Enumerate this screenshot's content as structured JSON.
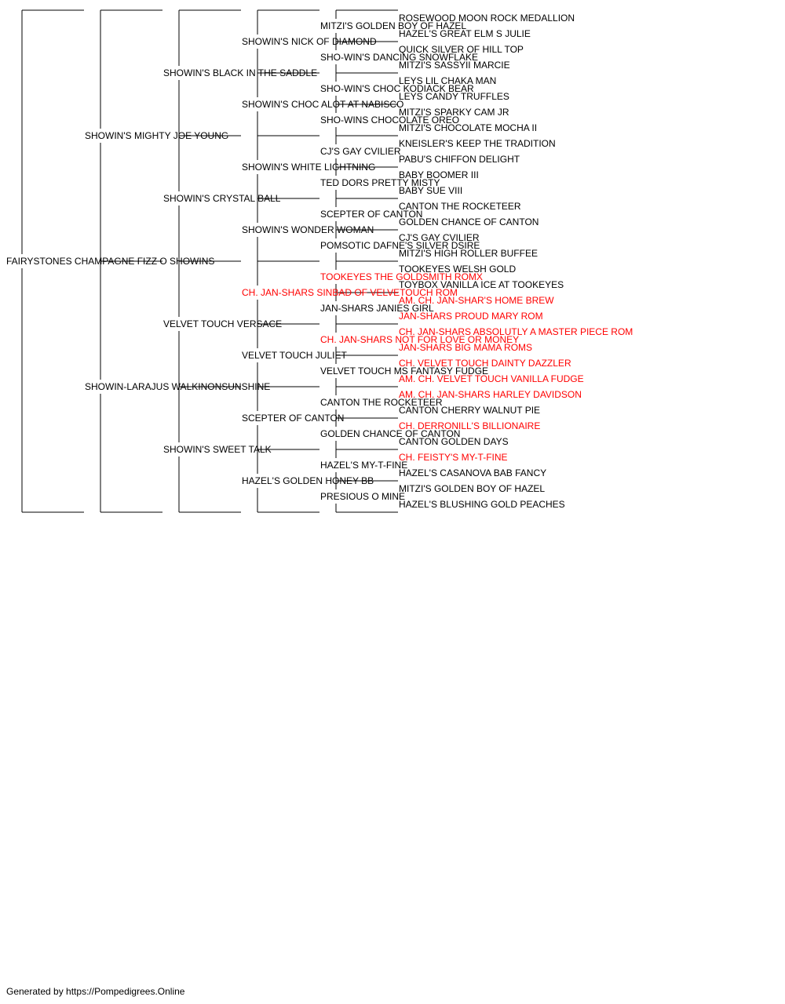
{
  "colors": {
    "text": "#000000",
    "champion": "#ff0000",
    "line": "#000000"
  },
  "subject": {
    "name": "FAIRYSTONES CHAMPAGNE FIZZ O SHOWINS",
    "champion": false
  },
  "generation_1": [
    {
      "name": "SHOWIN'S MIGHTY JOE YOUNG",
      "champion": false
    },
    {
      "name": "SHOWIN-LARAJUS WALKINONSUNSHINE",
      "champion": false
    }
  ],
  "generation_2": [
    {
      "name": "SHOWIN'S BLACK IN THE SADDLE",
      "champion": false
    },
    {
      "name": "SHOWIN'S CRYSTAL BALL",
      "champion": false
    },
    {
      "name": "VELVET TOUCH VERSACE",
      "champion": false
    },
    {
      "name": "SHOWIN'S SWEET TALK",
      "champion": false
    }
  ],
  "generation_3": [
    {
      "name": "SHOWIN'S NICK OF DIAMOND",
      "champion": false
    },
    {
      "name": "SHOWIN'S CHOC ALOT AT NABISCO",
      "champion": false
    },
    {
      "name": "SHOWIN'S WHITE LIGHTNING",
      "champion": false
    },
    {
      "name": "SHOWIN'S WONDER WOMAN",
      "champion": false
    },
    {
      "name": "CH. JAN-SHARS SINBAD OF VELVETOUCH ROM",
      "champion": true
    },
    {
      "name": "VELVET TOUCH JULIET",
      "champion": false
    },
    {
      "name": "SCEPTER OF CANTON",
      "champion": false
    },
    {
      "name": "HAZEL'S GOLDEN HONEY BB",
      "champion": false
    }
  ],
  "generation_4": [
    {
      "name": "MITZI'S GOLDEN BOY OF HAZEL",
      "champion": false
    },
    {
      "name": "SHO-WIN'S DANCING SNOWFLAKE",
      "champion": false
    },
    {
      "name": "SHO-WIN'S CHOC KODIACK BEAR",
      "champion": false
    },
    {
      "name": "SHO-WINS CHOCOLATE OREO",
      "champion": false
    },
    {
      "name": "CJ'S GAY CVILIER",
      "champion": false
    },
    {
      "name": "TED DORS PRETTY MISTY",
      "champion": false
    },
    {
      "name": "SCEPTER OF CANTON",
      "champion": false
    },
    {
      "name": "POMSOTIC DAFNE'S SILVER DSIRE",
      "champion": false
    },
    {
      "name": "TOOKEYES THE GOLDSMITH ROMX",
      "champion": true
    },
    {
      "name": "JAN-SHARS JANIES GIRL",
      "champion": false
    },
    {
      "name": "CH. JAN-SHARS NOT FOR LOVE OR MONEY",
      "champion": true
    },
    {
      "name": "VELVET TOUCH MS FANTASY FUDGE",
      "champion": false
    },
    {
      "name": "CANTON THE ROCKETEER",
      "champion": false
    },
    {
      "name": "GOLDEN CHANCE OF CANTON",
      "champion": false
    },
    {
      "name": "HAZEL'S MY-T-FINE",
      "champion": false
    },
    {
      "name": "PRESIOUS O MINE",
      "champion": false
    }
  ],
  "generation_5": [
    {
      "name": "ROSEWOOD MOON ROCK MEDALLION",
      "champion": false
    },
    {
      "name": "HAZEL'S GREAT ELM S JULIE",
      "champion": false
    },
    {
      "name": "QUICK SILVER OF HILL TOP",
      "champion": false
    },
    {
      "name": "MITZI'S SASSYII MARCIE",
      "champion": false
    },
    {
      "name": "LEYS LIL CHAKA MAN",
      "champion": false
    },
    {
      "name": "LEYS CANDY TRUFFLES",
      "champion": false
    },
    {
      "name": "MITZI'S SPARKY CAM JR",
      "champion": false
    },
    {
      "name": "MITZI'S CHOCOLATE MOCHA II",
      "champion": false
    },
    {
      "name": "KNEISLER'S KEEP THE TRADITION",
      "champion": false
    },
    {
      "name": "PABU'S CHIFFON DELIGHT",
      "champion": false
    },
    {
      "name": "BABY BOOMER III",
      "champion": false
    },
    {
      "name": "BABY SUE VIII",
      "champion": false
    },
    {
      "name": "CANTON THE ROCKETEER",
      "champion": false
    },
    {
      "name": "GOLDEN CHANCE OF CANTON",
      "champion": false
    },
    {
      "name": "CJ'S GAY CVILIER",
      "champion": false
    },
    {
      "name": "MITZI'S HIGH ROLLER BUFFEE",
      "champion": false
    },
    {
      "name": "TOOKEYES WELSH GOLD",
      "champion": false
    },
    {
      "name": "TOYBOX VANILLA ICE AT TOOKEYES",
      "champion": false
    },
    {
      "name": "AM. CH. JAN-SHAR'S HOME BREW",
      "champion": true
    },
    {
      "name": "JAN-SHARS PROUD MARY ROM",
      "champion": true
    },
    {
      "name": "CH. JAN-SHARS ABSOLUTLY A MASTER PIECE ROM",
      "champion": true
    },
    {
      "name": "JAN-SHARS BIG MAMA ROMS",
      "champion": true
    },
    {
      "name": "CH. VELVET TOUCH DAINTY DAZZLER",
      "champion": true
    },
    {
      "name": "AM. CH. VELVET TOUCH VANILLA FUDGE",
      "champion": true
    },
    {
      "name": "AM. CH. JAN-SHARS HARLEY DAVIDSON",
      "champion": true
    },
    {
      "name": "CANTON CHERRY WALNUT PIE",
      "champion": false
    },
    {
      "name": "CH. DERRONILL'S BILLIONAIRE",
      "champion": true
    },
    {
      "name": "CANTON GOLDEN DAYS",
      "champion": false
    },
    {
      "name": "CH. FEISTY'S MY-T-FINE",
      "champion": true
    },
    {
      "name": "HAZEL'S CASANOVA BAB FANCY",
      "champion": false
    },
    {
      "name": "MITZI'S GOLDEN BOY OF HAZEL",
      "champion": false
    },
    {
      "name": "HAZEL'S BLUSHING GOLD PEACHES",
      "champion": false
    }
  ],
  "footer": {
    "text": "Generated by https://Pompedigrees.Online"
  }
}
